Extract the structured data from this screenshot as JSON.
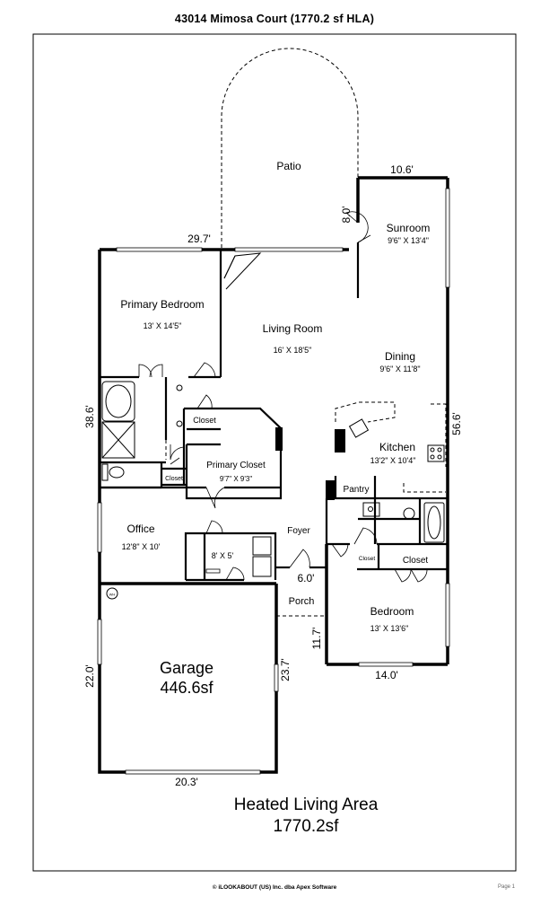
{
  "title": "43014 Mimosa Court (1770.2 sf HLA)",
  "rooms": {
    "patio": {
      "name": "Patio"
    },
    "sunroom": {
      "name": "Sunroom",
      "dims": "9'6\" X 13'4\""
    },
    "primary_bedroom": {
      "name": "Primary Bedroom",
      "dims": "13' X 14'5\""
    },
    "living_room": {
      "name": "Living Room",
      "dims": "16' X 18'5\""
    },
    "dining": {
      "name": "Dining",
      "dims": "9'6\" X 11'8\""
    },
    "kitchen": {
      "name": "Kitchen",
      "dims": "13'2\" X 10'4\""
    },
    "pantry": {
      "name": "Pantry"
    },
    "closet_primary_bath": {
      "name": "Closet"
    },
    "closet_small": {
      "name": "Closet"
    },
    "primary_closet": {
      "name": "Primary Closet",
      "dims": "9'7\" X 9'3\""
    },
    "office": {
      "name": "Office",
      "dims": "12'8\" X 10'"
    },
    "laundry": {
      "dims": "8' X 5'"
    },
    "foyer": {
      "name": "Foyer"
    },
    "porch": {
      "name": "Porch"
    },
    "closet_bedroom_small": {
      "name": "Closet"
    },
    "closet_bedroom": {
      "name": "Closet"
    },
    "bedroom": {
      "name": "Bedroom",
      "dims": "13' X 13'6\""
    },
    "garage": {
      "name": "Garage",
      "area": "446.6sf"
    },
    "water_heater": {
      "label": "WH"
    }
  },
  "dimensions": {
    "top_wall": "29.7'",
    "sunroom_width": "10.6'",
    "sunroom_side": "8.0'",
    "left_wall": "38.6'",
    "right_wall": "56.6'",
    "foyer_width": "6.0'",
    "porch_side": "11.7'",
    "garage_side": "22.0'",
    "garage_right": "23.7'",
    "garage_width": "20.3'",
    "bedroom_width": "14.0'"
  },
  "summary": {
    "heading": "Heated Living Area",
    "area": "1770.2sf"
  },
  "footer": "© iLOOKABOUT (US) Inc. dba Apex Software",
  "page": "Page 1"
}
